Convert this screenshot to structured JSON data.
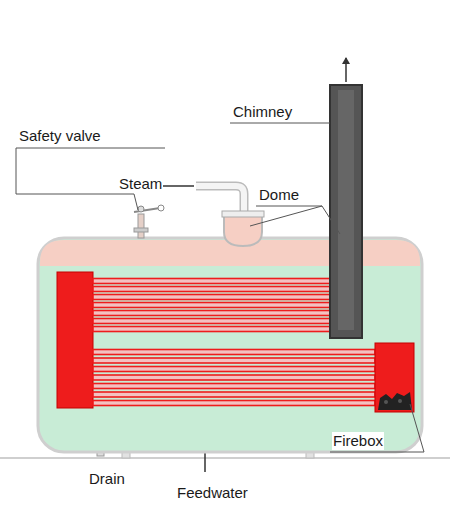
{
  "diagram": {
    "labels": [
      "Chimney",
      "Safety valve",
      "Steam",
      "Dome",
      "Firebox",
      "Drain",
      "Feedwater"
    ]
  }
}
